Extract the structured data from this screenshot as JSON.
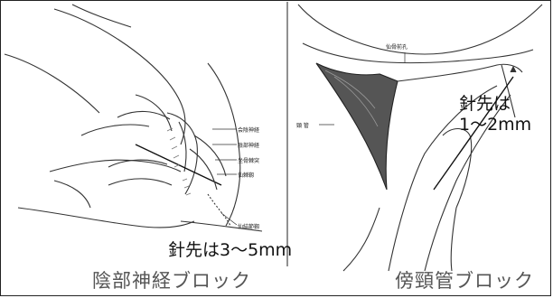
{
  "left_panel": {
    "labels": {
      "l1": "会陰神経",
      "l2": "陰部神経",
      "l3": "坐骨棘突",
      "l4": "仙棘靱",
      "l5": "仙結節靱"
    },
    "needle_depth": "針先は3～5mm",
    "caption": "陰部神経ブロック"
  },
  "right_panel": {
    "labels": {
      "top": "仙骨前孔",
      "left": "頸 管"
    },
    "needle_depth_line1": "針先は",
    "needle_depth_line2": "1～2mm",
    "caption": "傍頸管ブロック"
  }
}
